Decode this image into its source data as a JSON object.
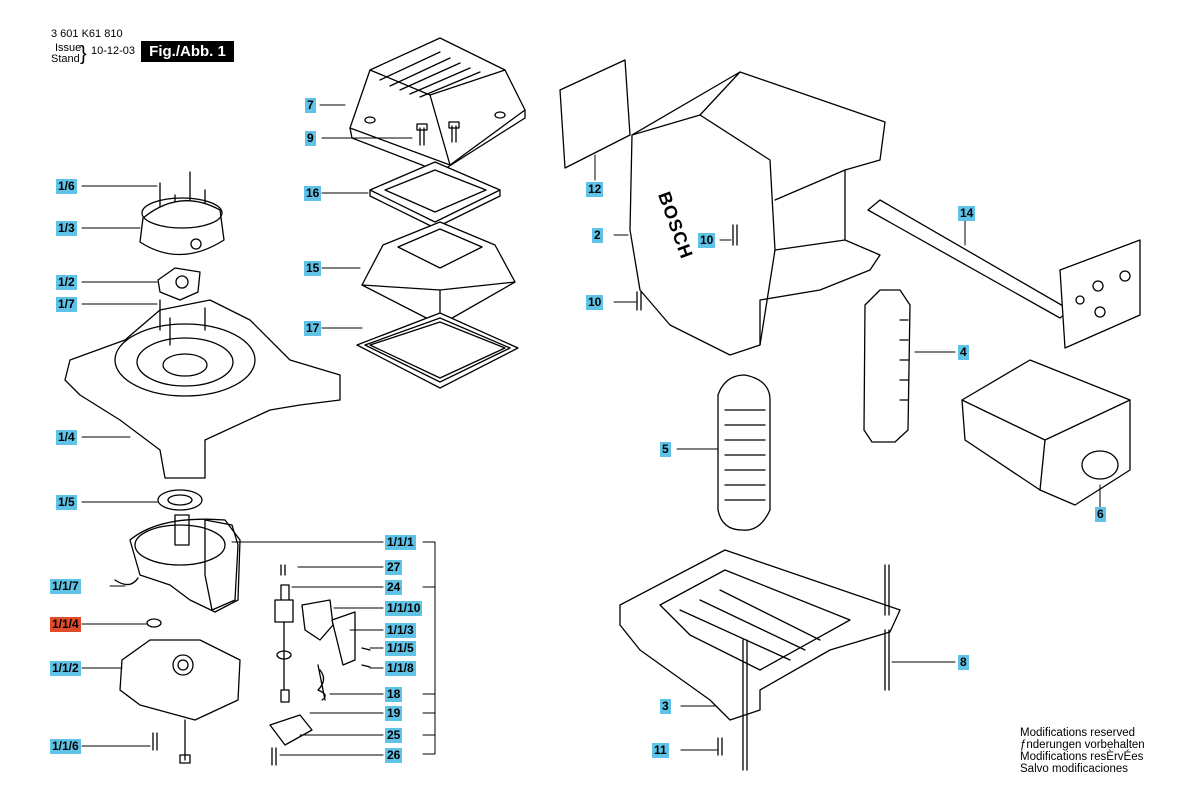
{
  "header": {
    "part_number": "3 601 K61 810",
    "issue_label": "Issue",
    "stand_label": "Stand",
    "brace": "}",
    "date": "10-12-03",
    "figure": "Fig./Abb. 1"
  },
  "brand_text": "BOSCH",
  "labels": {
    "l_7": "7",
    "l_9": "9",
    "l_16": "16",
    "l_15": "15",
    "l_17": "17",
    "l_1_6": "1/6",
    "l_1_3": "1/3",
    "l_1_2": "1/2",
    "l_1_7": "1/7",
    "l_1_4": "1/4",
    "l_1_5": "1/5",
    "l_1_1_1": "1/1/1",
    "l_27": "27",
    "l_24": "24",
    "l_1_1_7": "1/1/7",
    "l_1_1_10": "1/1/10",
    "l_1_1_4": "1/1/4",
    "l_1_1_3": "1/1/3",
    "l_1_1_5": "1/1/5",
    "l_1_1_2": "1/1/2",
    "l_1_1_8": "1/1/8",
    "l_18": "18",
    "l_19": "19",
    "l_25": "25",
    "l_1_1_6": "1/1/6",
    "l_26": "26",
    "l_12": "12",
    "l_2": "2",
    "l_10a": "10",
    "l_10b": "10",
    "l_14": "14",
    "l_4": "4",
    "l_5": "5",
    "l_6": "6",
    "l_8": "8",
    "l_3": "3",
    "l_11": "11"
  },
  "highlight_color": "#e24b2a",
  "label_color": "#5fc3e8",
  "notes": [
    "Modifications reserved",
    "ƒnderungen vorbehalten",
    "Modifications resÈrvÉes",
    "Salvo modificaciones"
  ]
}
